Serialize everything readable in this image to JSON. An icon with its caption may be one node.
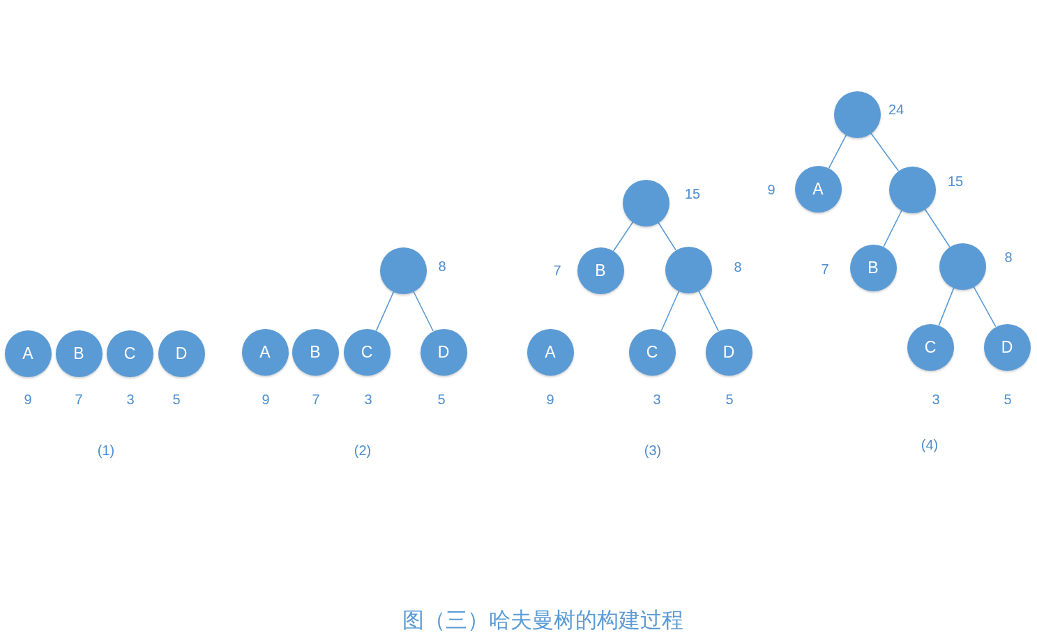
{
  "diagram": {
    "caption": "图（三）哈夫曼树的构建过程",
    "nodes": [
      {
        "text": [
          "A"
        ],
        "beside": [
          "9"
        ]
      },
      {
        "text": [
          "B"
        ],
        "beside": [
          "7"
        ]
      },
      {
        "text": [
          "C"
        ],
        "beside": [
          "3"
        ]
      },
      {
        "text": [
          "D"
        ],
        "beside": [
          "5"
        ]
      },
      {
        "text": [],
        "shape": "circle",
        "beside": [
          "8"
        ]
      },
      {
        "text": [
          "A"
        ],
        "beside": [
          "9"
        ]
      },
      {
        "text": [
          "B"
        ],
        "beside": [
          "7"
        ]
      },
      {
        "text": [
          "C"
        ],
        "beside": [
          "3"
        ]
      },
      {
        "text": [
          "D"
        ],
        "beside": [
          "5"
        ]
      },
      {
        "text": [],
        "shape": "circle",
        "beside": [
          "15"
        ]
      },
      {
        "text": [
          "B"
        ],
        "beside": [
          "7"
        ]
      },
      {
        "text": [],
        "shape": "circle",
        "beside": [
          "8"
        ]
      },
      {
        "text": [
          "A"
        ],
        "beside": [
          "9"
        ]
      },
      {
        "text": [
          "C"
        ],
        "beside": [
          "3"
        ]
      },
      {
        "text": [
          "D"
        ],
        "beside": [
          "5"
        ]
      },
      {
        "text": [],
        "shape": "circle",
        "beside": [
          "24"
        ]
      },
      {
        "text": [
          "A"
        ],
        "beside": [
          "9"
        ]
      },
      {
        "text": [],
        "shape": "circle",
        "beside": [
          "15"
        ]
      },
      {
        "text": [
          "B"
        ],
        "beside": [
          "7"
        ]
      },
      {
        "text": [],
        "shape": "circle",
        "beside": [
          "8"
        ]
      },
      {
        "text": [
          "C"
        ],
        "beside": [
          "3"
        ]
      },
      {
        "text": [
          "D"
        ],
        "beside": [
          "5"
        ]
      }
    ],
    "edges": [
      {
        "from": 4,
        "to": 7,
        "arrow": "none"
      },
      {
        "from": 4,
        "to": 8,
        "arrow": "none"
      },
      {
        "from": 9,
        "to": 10,
        "arrow": "none"
      },
      {
        "from": 9,
        "to": 11,
        "arrow": "none"
      },
      {
        "from": 11,
        "to": 13,
        "arrow": "none"
      },
      {
        "from": 11,
        "to": 14,
        "arrow": "none"
      },
      {
        "from": 15,
        "to": 16,
        "arrow": "none"
      },
      {
        "from": 15,
        "to": 17,
        "arrow": "none"
      },
      {
        "from": 17,
        "to": 18,
        "arrow": "none"
      },
      {
        "from": 17,
        "to": 19,
        "arrow": "none"
      },
      {
        "from": 19,
        "to": 20,
        "arrow": "none"
      },
      {
        "from": 19,
        "to": 21,
        "arrow": "none"
      }
    ],
    "labels": [
      "(1)",
      "(2)",
      "(3)",
      "(4)"
    ]
  }
}
